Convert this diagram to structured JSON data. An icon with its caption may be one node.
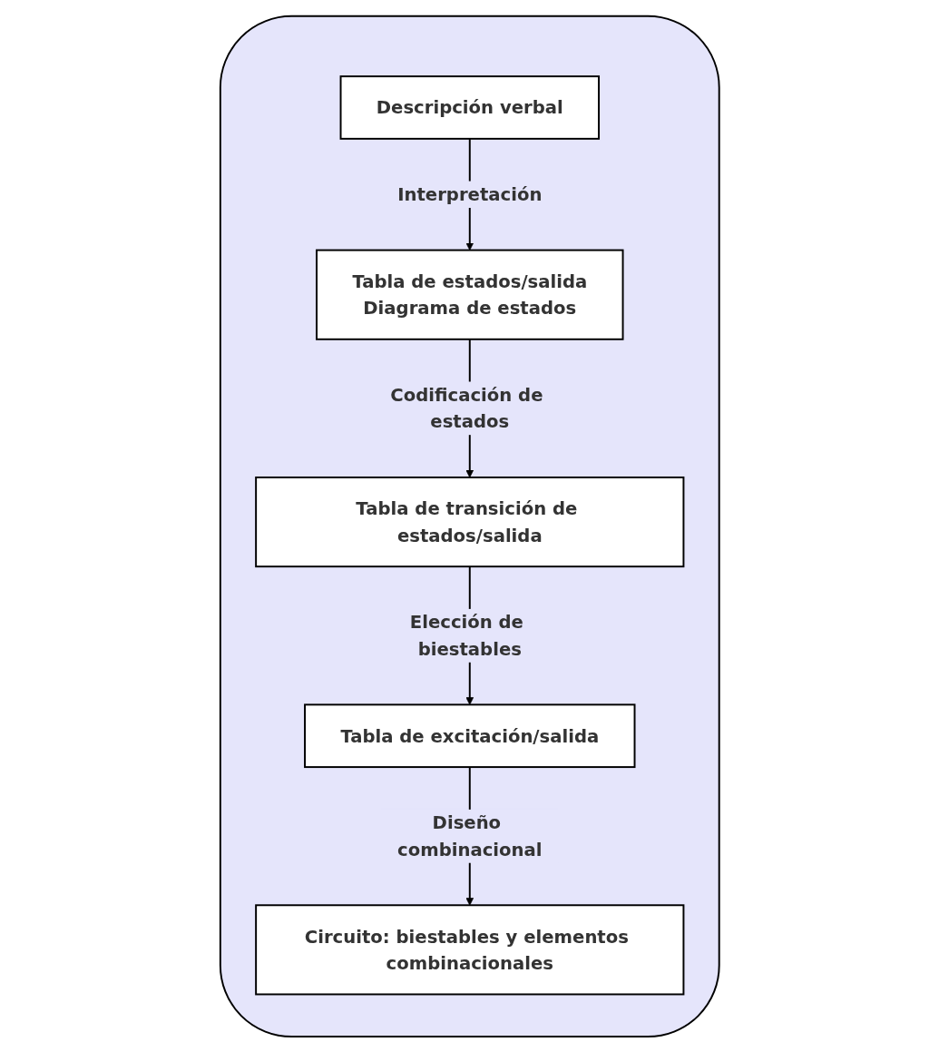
{
  "diagram": {
    "nodes": [
      {
        "text": [],
        "shape": "box"
      },
      {
        "text": [
          "Descripción verbal"
        ],
        "in": 0
      },
      {
        "text": [
          "Tabla de estados/salida",
          "Diagrama de estados"
        ],
        "in": 0
      },
      {
        "text": [
          "Tabla de transición de estados/salida"
        ],
        "in": 0
      },
      {
        "text": [
          "Tabla de excitación/salida"
        ],
        "in": 0
      },
      {
        "text": [
          "Circuito: biestables y elementos combinacionales"
        ],
        "in": 0
      }
    ],
    "edges": [
      {
        "from": 1,
        "to": 2,
        "arrow": "to",
        "label": "Interpretación"
      },
      {
        "from": 2,
        "to": 3,
        "arrow": "to",
        "label": "Codificación de estados"
      },
      {
        "from": 3,
        "to": 4,
        "arrow": "to",
        "label": "Elección de biestables"
      },
      {
        "from": 4,
        "to": 5,
        "arrow": "to",
        "label": "Diseño combinacional"
      }
    ]
  }
}
